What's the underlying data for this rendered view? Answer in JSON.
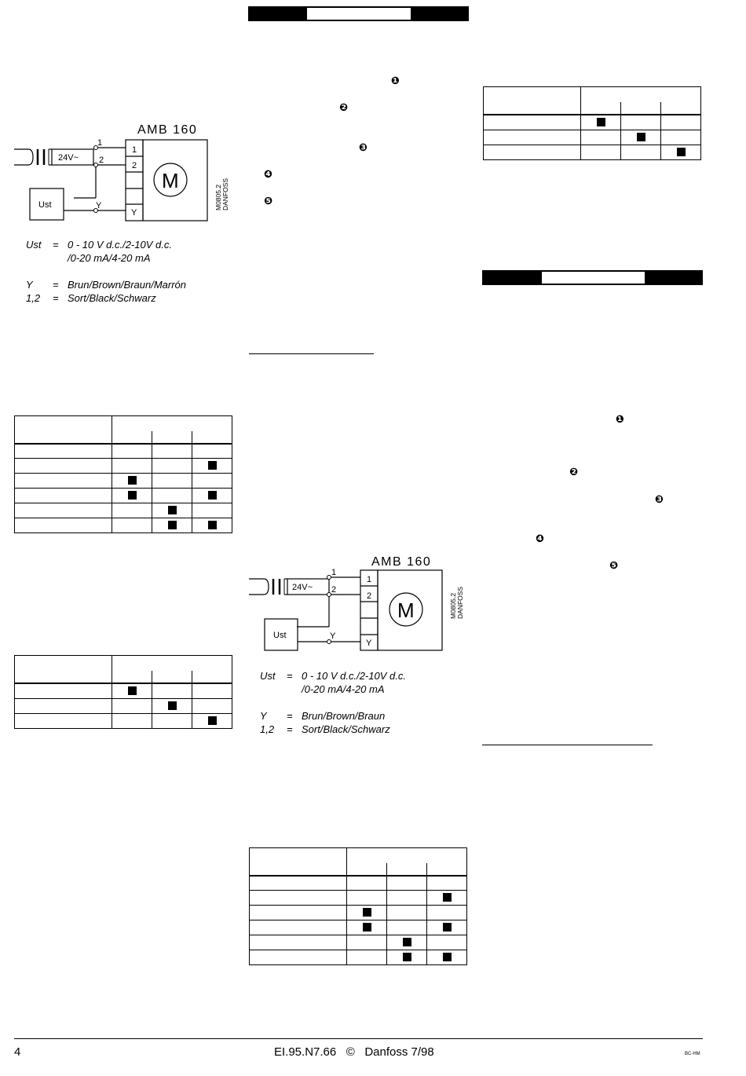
{
  "diagram_common": {
    "title": "AMB 160",
    "supply": "24V~",
    "wire_1": "1",
    "wire_2": "2",
    "wire_y": "Y",
    "controller": "Ust",
    "terminals": [
      "1",
      "2",
      "",
      "",
      "Y"
    ],
    "motor": "M",
    "code_line1": "M0805.2",
    "code_line2": "DANFOSS"
  },
  "legend_left": {
    "rows": [
      {
        "key": "Ust",
        "eq": "=",
        "value": "0 - 10 V d.c./2-10V d.c.",
        "cont": "/0-20 mA/4-20 mA"
      },
      {
        "key": "Y",
        "eq": "=",
        "value": "Brun/Brown/Braun/Marrón"
      },
      {
        "key": "1,2",
        "eq": "=",
        "value": "Sort/Black/Schwarz"
      }
    ]
  },
  "legend_mid": {
    "rows": [
      {
        "key": "Ust",
        "eq": "=",
        "value": "0 - 10 V d.c./2-10V d.c.",
        "cont": "/0-20 mA/4-20 mA"
      },
      {
        "key": "Y",
        "eq": "=",
        "value": "Brun/Brown/Braun"
      },
      {
        "key": "1,2",
        "eq": "=",
        "value": "Sort/Black/Schwarz"
      }
    ]
  },
  "markers": {
    "m1": "❶",
    "m2": "❷",
    "m3": "❸",
    "m4": "❹",
    "m5": "❺"
  },
  "tables": {
    "left_six": [
      [
        0,
        0,
        0
      ],
      [
        0,
        0,
        1
      ],
      [
        1,
        0,
        0
      ],
      [
        1,
        0,
        1
      ],
      [
        0,
        1,
        0
      ],
      [
        0,
        1,
        1
      ]
    ],
    "left_three": [
      [
        1,
        0,
        0
      ],
      [
        0,
        1,
        0
      ],
      [
        0,
        0,
        1
      ]
    ],
    "mid_six": [
      [
        0,
        0,
        0
      ],
      [
        0,
        0,
        1
      ],
      [
        1,
        0,
        0
      ],
      [
        1,
        0,
        1
      ],
      [
        0,
        1,
        0
      ],
      [
        0,
        1,
        1
      ]
    ],
    "right_three": [
      [
        1,
        0,
        0
      ],
      [
        0,
        1,
        0
      ],
      [
        0,
        0,
        1
      ]
    ]
  },
  "footer": {
    "page_number": "4",
    "doc_ref": "EI.95.N7.66",
    "copyright": "©",
    "company_date": "Danfoss 7/98",
    "small_code": "BC-HM"
  }
}
